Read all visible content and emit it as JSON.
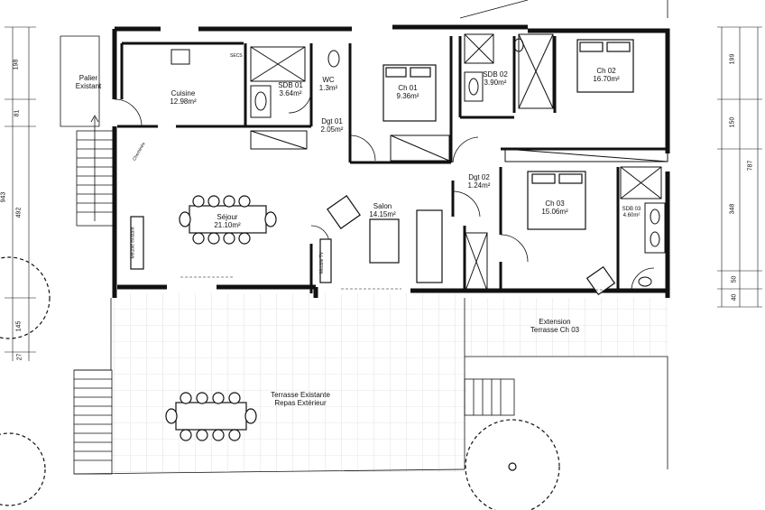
{
  "rooms": {
    "palier": {
      "name": "Palier",
      "area": "Existant"
    },
    "cuisine": {
      "name": "Cuisine",
      "area": "12.98m²"
    },
    "sdb01": {
      "name": "SDB 01",
      "area": "3.64m²"
    },
    "wc": {
      "name": "WC",
      "area": "1.3m²"
    },
    "ch01": {
      "name": "Ch 01",
      "area": "9.36m²"
    },
    "sdb02": {
      "name": "SDB 02",
      "area": "3.90m²"
    },
    "ch02": {
      "name": "Ch 02",
      "area": "16.70m²"
    },
    "dgt01": {
      "name": "Dgt 01",
      "area": "2.05m²"
    },
    "dgt02": {
      "name": "Dgt 02",
      "area": "1.24m²"
    },
    "sejour": {
      "name": "Séjour",
      "area": "21.10m²"
    },
    "salon": {
      "name": "Salon",
      "area": "14.15m²"
    },
    "ch03": {
      "name": "Ch 03",
      "area": "15.06m²"
    },
    "sdb03": {
      "name": "SDB 03",
      "area": "4.60m²"
    },
    "extension": {
      "name": "Extension",
      "area": "Terrasse Ch 03"
    },
    "terrasse": {
      "name": "Terrasse Existante",
      "area": "Repas Extérieur"
    }
  },
  "fixtures": {
    "secs": "SECS",
    "meuble_existant": "Meuble existant",
    "meuble_tv": "Meuble TV",
    "cheminee": "Cheminée"
  },
  "dimensions_left": {
    "d1": "198",
    "d2": "81",
    "d3": "943",
    "d4": "492",
    "d5": "145",
    "d6": "27"
  },
  "dimensions_right": {
    "d1": "199",
    "d2": "150",
    "d3": "787",
    "d4": "348",
    "d5": "50",
    "d6": "40"
  }
}
